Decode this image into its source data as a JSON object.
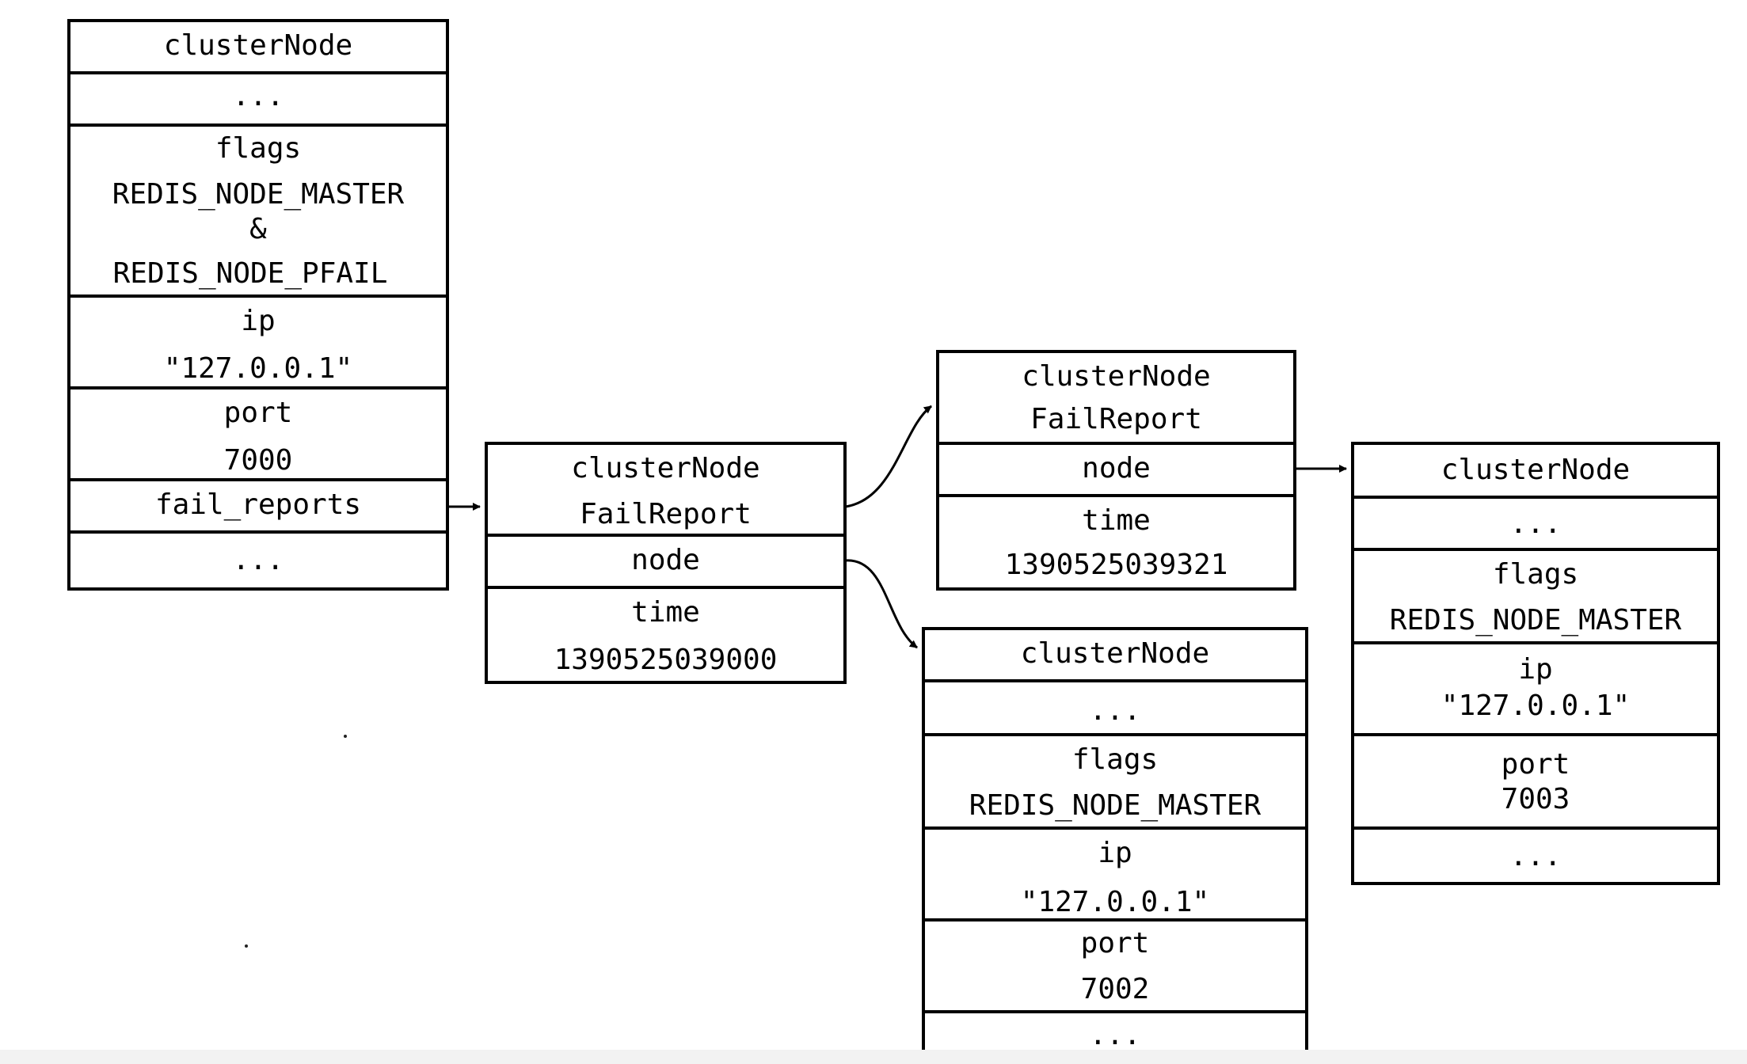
{
  "diagram": {
    "node_a": {
      "header": "clusterNode",
      "ellipsis_top": "...",
      "flags_label": "flags",
      "flags_value_1": "REDIS_NODE_MASTER",
      "flags_joiner": "&",
      "flags_value_2": "REDIS_NODE_PFAIL",
      "ip_label": "ip",
      "ip_value": "\"127.0.0.1\"",
      "port_label": "port",
      "port_value": "7000",
      "fail_reports_label": "fail_reports",
      "ellipsis_bottom": "..."
    },
    "report_1": {
      "header_1": "clusterNode",
      "header_2": "FailReport",
      "node_label": "node",
      "time_label": "time",
      "time_value": "1390525039000"
    },
    "report_2": {
      "header_1": "clusterNode",
      "header_2": "FailReport",
      "node_label": "node",
      "time_label": "time",
      "time_value": "1390525039321"
    },
    "node_b": {
      "header": "clusterNode",
      "ellipsis_top": "...",
      "flags_label": "flags",
      "flags_value": "REDIS_NODE_MASTER",
      "ip_label": "ip",
      "ip_value": "\"127.0.0.1\"",
      "port_label": "port",
      "port_value": "7002",
      "ellipsis_bottom": "..."
    },
    "node_c": {
      "header": "clusterNode",
      "ellipsis_top": "...",
      "flags_label": "flags",
      "flags_value": "REDIS_NODE_MASTER",
      "ip_label": "ip",
      "ip_value": "\"127.0.0.1\"",
      "port_label": "port",
      "port_value": "7003",
      "ellipsis_bottom": "..."
    }
  }
}
